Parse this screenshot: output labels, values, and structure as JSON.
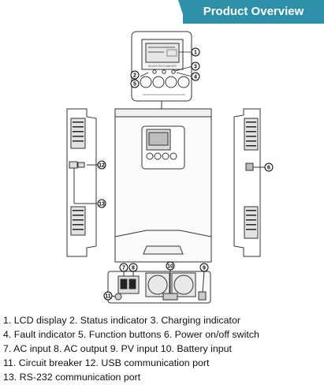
{
  "banner": {
    "title": "Product Overview",
    "color": "#2e8fa8"
  },
  "callouts": [
    "1",
    "2",
    "3",
    "4",
    "5",
    "6",
    "7",
    "8",
    "9",
    "10",
    "11",
    "12",
    "13"
  ],
  "lcd_text": "INVERTER/CHARGER",
  "captions": [
    "1. LCD display 2. Status indicator 3. Charging indicator",
    "4. Fault indicator 5. Function buttons 6. Power on/off switch",
    "7. AC input 8. AC output 9. PV input 10. Battery input",
    "11. Circuit breaker 12. USB communication port",
    "13. RS-232 communication port"
  ]
}
